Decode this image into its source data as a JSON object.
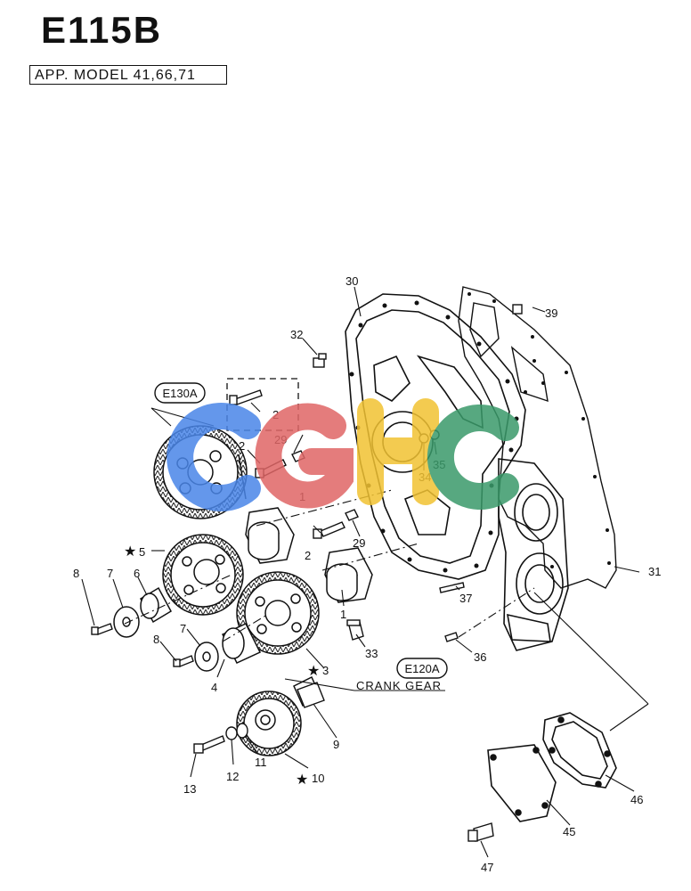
{
  "title": "E115B",
  "app_model": "APP. MODEL 41,66,71",
  "watermark": {
    "text": "CGHC",
    "colors": [
      "#4a86e8",
      "#e06666",
      "#f1c232",
      "#3a9a6a"
    ]
  },
  "references": {
    "e130a": "E130A",
    "e120a": "E120A"
  },
  "crank_gear_label": "CRANK GEAR",
  "star_symbol": "★",
  "part_numbers": {
    "p1a": "1",
    "p1b": "1",
    "p2a": "2",
    "p2b": "2",
    "p2c": "2",
    "p3": "3",
    "p4": "4",
    "p5": "5",
    "p6": "6",
    "p7a": "7",
    "p7b": "7",
    "p8a": "8",
    "p8b": "8",
    "p9": "9",
    "p10": "10",
    "p11": "11",
    "p12": "12",
    "p13": "13",
    "p29a": "29",
    "p29b": "29",
    "p30": "30",
    "p31": "31",
    "p32": "32",
    "p33": "33",
    "p34": "34",
    "p35": "35",
    "p36": "36",
    "p37": "37",
    "p39": "39",
    "p45": "45",
    "p46": "46",
    "p47": "47"
  }
}
